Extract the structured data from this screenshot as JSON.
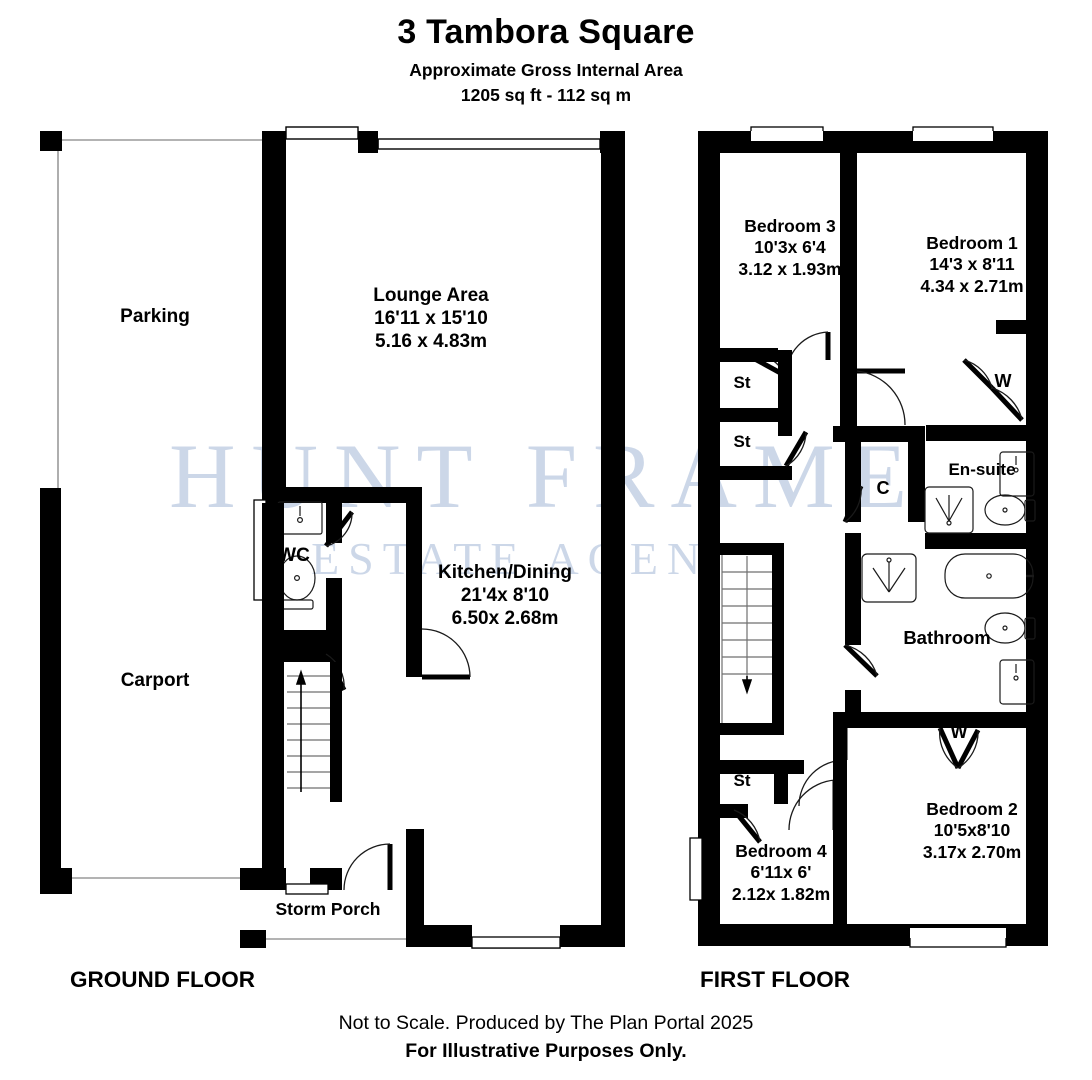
{
  "header": {
    "title": "3 Tambora Square",
    "subtitle_line1": "Approximate Gross Internal Area",
    "subtitle_line2": "1205 sq ft - 112 sq m"
  },
  "watermark": {
    "line1": "HUNT FRAME",
    "line2": "ESTATE AGENTS",
    "color": "#ccd7e8"
  },
  "floors": {
    "ground_label": "GROUND FLOOR",
    "first_label": "FIRST FLOOR"
  },
  "ground_floor": {
    "rooms": [
      {
        "name": "Lounge Area",
        "dim_imperial": "16'11 x 15'10",
        "dim_metric": "5.16 x 4.83m"
      },
      {
        "name": "Kitchen/Dining",
        "dim_imperial": "21'4x 8'10",
        "dim_metric": "6.50x 2.68m"
      },
      {
        "name": "Parking",
        "dim_imperial": "",
        "dim_metric": ""
      },
      {
        "name": "Carport",
        "dim_imperial": "",
        "dim_metric": ""
      },
      {
        "name": "WC",
        "dim_imperial": "",
        "dim_metric": ""
      },
      {
        "name": "Storm Porch",
        "dim_imperial": "",
        "dim_metric": ""
      }
    ]
  },
  "first_floor": {
    "rooms": [
      {
        "name": "Bedroom 3",
        "dim_imperial": "10'3x 6'4",
        "dim_metric": "3.12 x 1.93m"
      },
      {
        "name": "Bedroom 1",
        "dim_imperial": "14'3 x 8'11",
        "dim_metric": "4.34 x 2.71m"
      },
      {
        "name": "Bedroom 2",
        "dim_imperial": "10'5x8'10",
        "dim_metric": "3.17x 2.70m"
      },
      {
        "name": "Bedroom 4",
        "dim_imperial": "6'11x 6'",
        "dim_metric": "2.12x 1.82m"
      },
      {
        "name": "En-suite",
        "dim_imperial": "",
        "dim_metric": ""
      },
      {
        "name": "Bathroom",
        "dim_imperial": "",
        "dim_metric": ""
      }
    ],
    "storage": [
      {
        "name": "St"
      },
      {
        "name": "St"
      },
      {
        "name": "St"
      }
    ],
    "cupboard": {
      "name": "C"
    },
    "wardrobes": [
      {
        "name": "W"
      },
      {
        "name": "W"
      }
    ]
  },
  "footer": {
    "line1": "Not to Scale. Produced by The Plan Portal 2025",
    "line2": "For Illustrative Purposes Only."
  },
  "colors": {
    "wall": "#000000",
    "background": "#ffffff",
    "fixture_stroke": "#1a1a1a",
    "boundary_line": "#9a9a9a"
  }
}
